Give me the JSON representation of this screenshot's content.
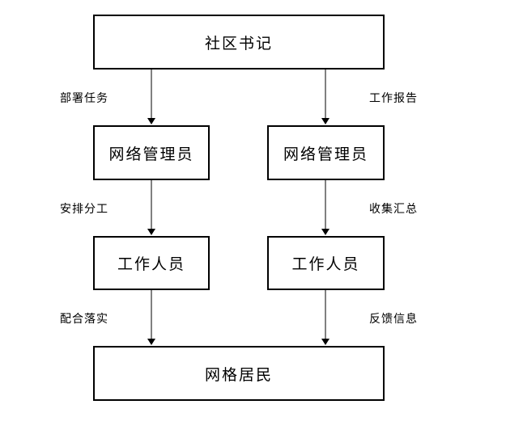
{
  "nodes": {
    "secretary": "社区书记",
    "manager_left": "网络管理员",
    "manager_right": "网络管理员",
    "staff_left": "工作人员",
    "staff_right": "工作人员",
    "residents": "网格居民"
  },
  "edges": {
    "assign_tasks": "部署任务",
    "work_report": "工作报告",
    "arrange_work": "安排分工",
    "collect_summary": "收集汇总",
    "cooperate_implement": "配合落实",
    "feedback_info": "反馈信息"
  }
}
